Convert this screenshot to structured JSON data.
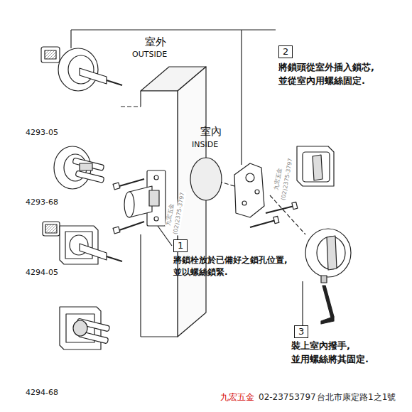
{
  "diagram": {
    "nodes": [
      {
        "text": [
          "2"
        ]
      },
      {
        "text": [
          "1"
        ]
      },
      {
        "text": [
          "3"
        ]
      }
    ],
    "labels": [
      "室外",
      "OUTSIDE",
      "4293-05",
      "4293-68",
      "4294-05",
      "4294-68",
      "室內",
      "INSIDE",
      "將鎖頭從室外插入鎖芯, 並從室內用螺絲固定.",
      "將鎖栓放於已備好之鎖孔位置, 並以螺絲鎖緊.",
      "裝上室內撥手, 並用螺絲將其固定.",
      "九宏五金",
      "(02)2375-3797",
      "九宏五金",
      "(02)2375-3797",
      "九宏五金",
      "02-23753797",
      "台北市康定路1之1號"
    ]
  }
}
